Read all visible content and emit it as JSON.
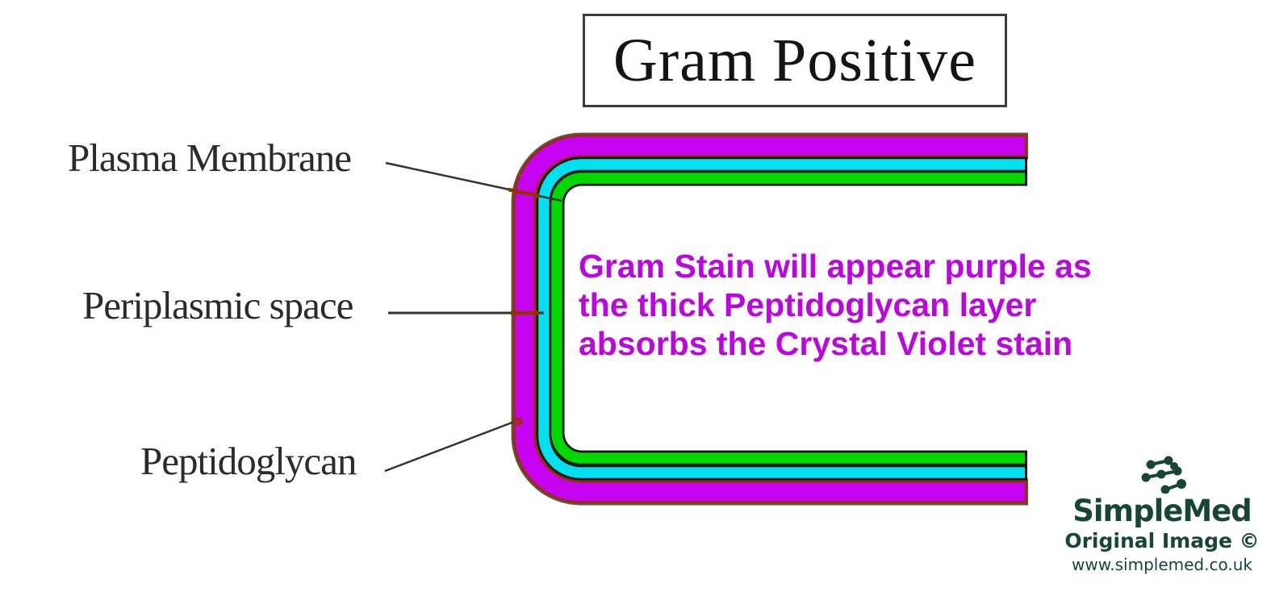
{
  "title": {
    "text": "Gram Positive"
  },
  "labels": [
    {
      "id": "plasma-membrane",
      "text": "Plasma Membrane"
    },
    {
      "id": "periplasmic-space",
      "text": "Periplasmic space"
    },
    {
      "id": "peptidoglycan",
      "text": "Peptidoglycan"
    }
  ],
  "annotation": {
    "text": "Gram Stain will appear purple as the thick Peptidoglycan layer absorbs the Crystal Violet stain",
    "lines": [
      "Gram Stain will appear purple as",
      "the thick Peptidoglycan layer",
      "absorbs the Crystal Violet stain"
    ],
    "color": "#bc06df"
  },
  "diagram": {
    "shape": "C-shaped bacterial cell wall cross-section",
    "layers": [
      {
        "name": "Peptidoglycan",
        "position": "outer",
        "fill": "#c603f0",
        "border": "#963000"
      },
      {
        "name": "Periplasmic space",
        "position": "middle",
        "fill": "#00e0ee",
        "border": "#1a1a1a"
      },
      {
        "name": "Plasma Membrane",
        "position": "inner",
        "fill": "#00d900",
        "border": "#1a1a1a"
      }
    ],
    "leader_line_color": "#333333"
  },
  "branding": {
    "name": "SimpleMed",
    "line2": "Original Image ©",
    "url": "www.simplemed.co.uk",
    "color": "#174734"
  }
}
